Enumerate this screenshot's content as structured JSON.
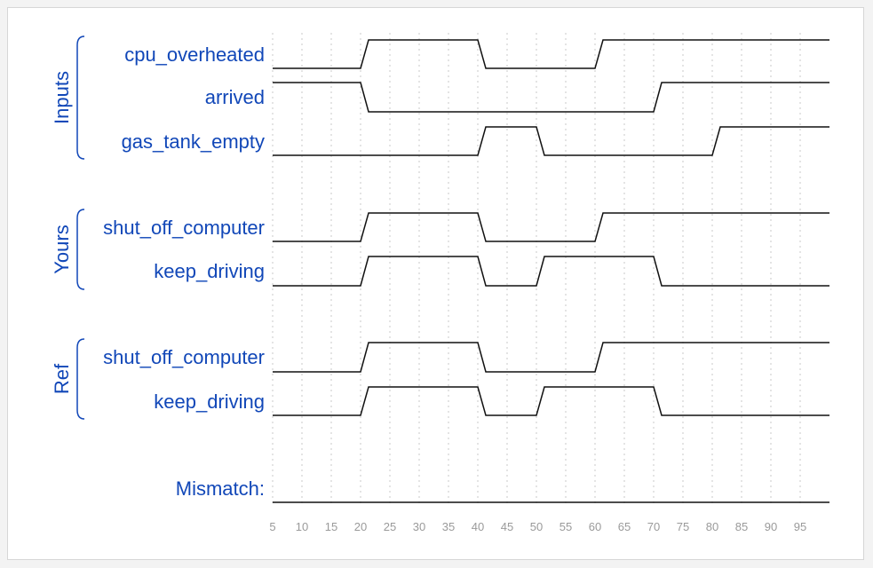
{
  "timeline": {
    "start": 5,
    "end": 100,
    "ticks": [
      5,
      10,
      15,
      20,
      25,
      30,
      35,
      40,
      45,
      50,
      55,
      60,
      65,
      70,
      75,
      80,
      85,
      90,
      95
    ]
  },
  "groups": [
    {
      "label": "Inputs",
      "rows": [
        0,
        1,
        2
      ]
    },
    {
      "label": "Yours",
      "rows": [
        3,
        4
      ]
    },
    {
      "label": "Ref",
      "rows": [
        5,
        6
      ]
    }
  ],
  "signals": [
    {
      "label": "cpu_overheated",
      "initial": 0,
      "toggles": [
        20,
        40,
        60
      ]
    },
    {
      "label": "arrived",
      "initial": 1,
      "toggles": [
        20,
        70
      ]
    },
    {
      "label": "gas_tank_empty",
      "initial": 0,
      "toggles": [
        40,
        50,
        80
      ]
    },
    {
      "label": "shut_off_computer",
      "initial": 0,
      "toggles": [
        20,
        40,
        60
      ]
    },
    {
      "label": "keep_driving",
      "initial": 0,
      "toggles": [
        20,
        40,
        50,
        70
      ]
    },
    {
      "label": "shut_off_computer",
      "initial": 0,
      "toggles": [
        20,
        40,
        60
      ]
    },
    {
      "label": "keep_driving",
      "initial": 0,
      "toggles": [
        20,
        40,
        50,
        70
      ]
    },
    {
      "label": "Mismatch:",
      "initial": 0,
      "toggles": []
    }
  ]
}
